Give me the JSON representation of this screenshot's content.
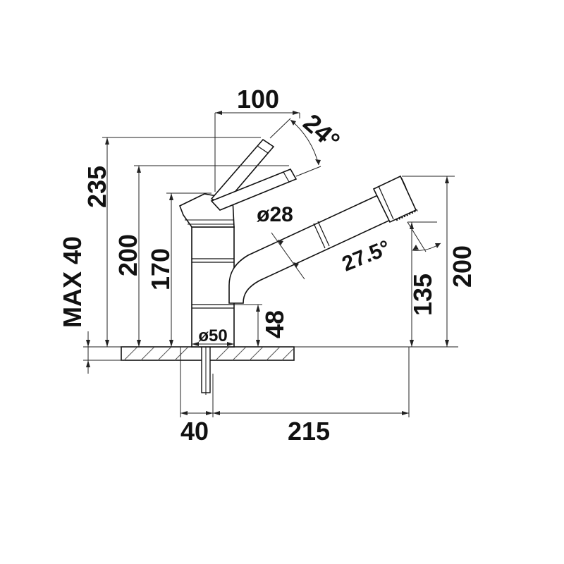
{
  "drawing": {
    "dimensions": {
      "top_width": "100",
      "lever_angle": "24°",
      "height_235": "235",
      "height_200_left": "200",
      "height_170": "170",
      "max_deck": "MAX 40",
      "spout_diameter": "ø28",
      "spray_angle": "27.5°",
      "height_200_right": "200",
      "height_135": "135",
      "base_diameter": "ø50",
      "base_height": "48",
      "bottom_40": "40",
      "bottom_215": "215"
    }
  }
}
